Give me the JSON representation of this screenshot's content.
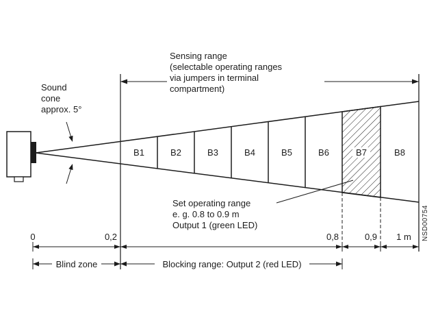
{
  "diagram": {
    "sound_cone_label": {
      "line1": "Sound",
      "line2": "cone",
      "line3": "approx. 5°"
    },
    "sensing_range_label": {
      "line1": "Sensing range",
      "line2": "(selectable operating ranges",
      "line3": "via jumpers in terminal",
      "line4": "compartment)"
    },
    "zones": [
      "B1",
      "B2",
      "B3",
      "B4",
      "B5",
      "B6",
      "B7",
      "B8"
    ],
    "set_range_label": {
      "line1": "Set operating range",
      "line2": "e. g. 0.8 to 0.9 m",
      "line3": "Output 1 (green LED)"
    },
    "axis_labels": {
      "origin": "0",
      "blind_end": "0,2",
      "set_start": "0,8",
      "set_end": "0,9",
      "max": "1 m"
    },
    "blind_zone_label": "Blind zone",
    "blocking_range_label": "Blocking range: Output 2 (red LED)",
    "doc_number": "NSD00754",
    "colors": {
      "line": "#1c1c1c",
      "background": "#ffffff"
    }
  }
}
